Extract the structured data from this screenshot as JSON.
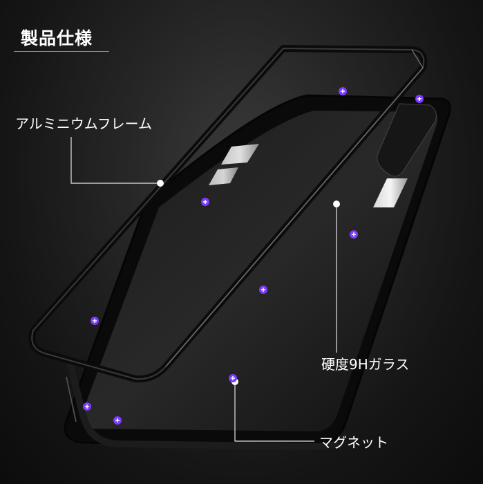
{
  "heading": {
    "title": "製品仕様"
  },
  "callouts": {
    "frame": "アルミニウムフレーム",
    "glass": "硬度9Hガラス",
    "magnet": "マグネット"
  },
  "colors": {
    "magnet_accent": "#7b3cff",
    "frame_metal": "#1a1a1a",
    "callout_line": "#e6e6e6"
  },
  "icons": [
    "magnet-marker-icon"
  ]
}
